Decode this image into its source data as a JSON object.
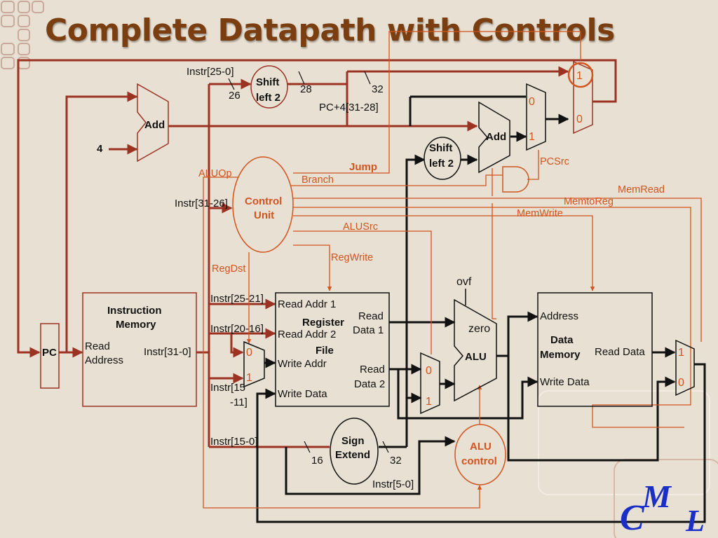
{
  "title": "Complete Datapath with Controls",
  "logo": {
    "c": "C",
    "m": "M",
    "l": "L"
  },
  "colors": {
    "datapath": "#9b3222",
    "control": "#d2541e",
    "bus": "#111111",
    "background": "#e8e0d2",
    "title": "#7a3e10",
    "logo": "#1a2fc8"
  },
  "components": {
    "pc": "PC",
    "instruction_memory": {
      "title1": "Instruction",
      "title2": "Memory",
      "read1": "Read",
      "read2": "Address",
      "out": "Instr[31-0]"
    },
    "add_pc": "Add",
    "const_four": "4",
    "shift_jump": {
      "l1": "Shift",
      "l2": "left 2"
    },
    "shift_branch": {
      "l1": "Shift",
      "l2": "left 2"
    },
    "add_branch": "Add",
    "control_unit": {
      "l1": "Control",
      "l2": "Unit"
    },
    "register_file": {
      "title1": "Register",
      "title2": "File",
      "read_addr1": "Read Addr 1",
      "read_addr2": "Read Addr 2",
      "write_addr": "Write Addr",
      "write_data": "Write Data",
      "read_data1a": "Read",
      "read_data1b": "Data 1",
      "read_data2a": "Read",
      "read_data2b": "Data 2"
    },
    "alu": {
      "name": "ALU",
      "zero": "zero",
      "ovf": "ovf"
    },
    "sign_extend": {
      "l1": "Sign",
      "l2": "Extend"
    },
    "alu_control": {
      "l1": "ALU",
      "l2": "control"
    },
    "data_memory": {
      "title1": "Data",
      "title2": "Memory",
      "address": "Address",
      "write_data": "Write Data",
      "read_data": "Read Data"
    }
  },
  "mux_labels": {
    "one": "1",
    "zero": "0"
  },
  "wire_labels": {
    "instr_25_0": "Instr[25-0]",
    "w26": "26",
    "w28": "28",
    "w32a": "32",
    "pc4": "PC+4[31-28]",
    "instr_31_26": "Instr[31-26]",
    "instr_25_21": "Instr[25-21]",
    "instr_20_16": "Instr[20-16]",
    "instr_15_11a": "Instr[15",
    "instr_15_11b": "-11]",
    "instr_15_0": "Instr[15-0]",
    "w16": "16",
    "w32b": "32",
    "instr_5_0": "Instr[5-0]"
  },
  "control_signals": {
    "aluop": "ALUOp",
    "branch": "Branch",
    "jump": "Jump",
    "pcsrc": "PCSrc",
    "memread": "MemRead",
    "memtoreg": "MemtoReg",
    "memwrite": "MemWrite",
    "alusrc": "ALUSrc",
    "regwrite": "RegWrite",
    "regdst": "RegDst"
  }
}
